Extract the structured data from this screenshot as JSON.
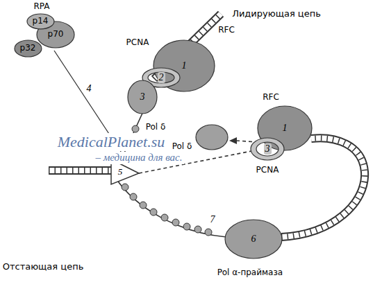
{
  "diagram": {
    "nodes": [
      {
        "text": [
          "p70"
        ]
      },
      {
        "text": [
          "p32"
        ]
      },
      {
        "text": [
          "p14"
        ]
      },
      {
        "text": [
          "1"
        ]
      },
      {
        "text": [
          "2"
        ]
      },
      {
        "text": [
          "3"
        ]
      },
      {
        "text": [
          "1"
        ]
      },
      {
        "text": [
          "3"
        ]
      },
      {
        "text": [
          "6"
        ]
      }
    ],
    "labels": [
      "RPA",
      "Лидирующая цепь",
      "PCNA",
      "RFC",
      "Pol δ",
      "Pol δ",
      "4",
      "5",
      "RFC",
      "PCNA",
      "7",
      "Pol α-праймаза",
      "Отстающая цепь",
      "MedicalPlanet.su",
      "– медицина для вас."
    ]
  }
}
